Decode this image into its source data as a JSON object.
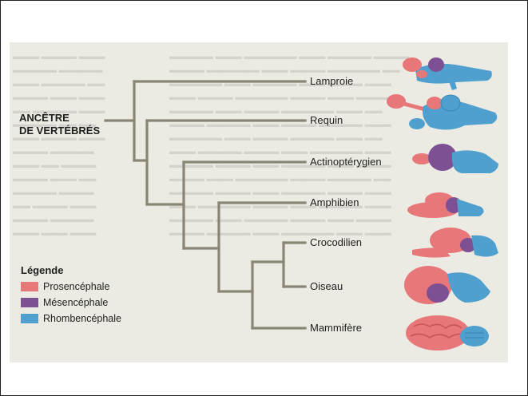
{
  "root": {
    "line1": "ANCÊTRE",
    "line2": "DE VERTÉBRÉS"
  },
  "taxa": [
    {
      "name": "Lamproie"
    },
    {
      "name": "Requin"
    },
    {
      "name": "Actinoptérygien"
    },
    {
      "name": "Amphibien"
    },
    {
      "name": "Crocodilien"
    },
    {
      "name": "Oiseau"
    },
    {
      "name": "Mammifère"
    }
  ],
  "legend": {
    "title": "Légende",
    "items": [
      {
        "label": "Prosencéphale",
        "color": "#e8777a"
      },
      {
        "label": "Mésencéphale",
        "color": "#7d4f93"
      },
      {
        "label": "Rhombencéphale",
        "color": "#4fa0cf"
      }
    ]
  },
  "colors": {
    "branch": "#8a8676",
    "background": "#ecebe3",
    "prosencephale": "#e8777a",
    "mesencephale": "#7d4f93",
    "rhombencephale": "#4fa0cf"
  }
}
